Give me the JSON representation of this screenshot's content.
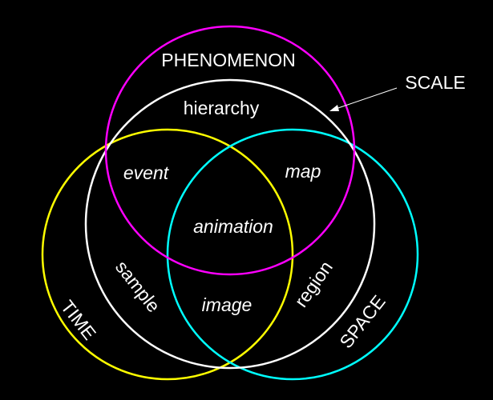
{
  "colors": {
    "phenomenon": "#ff00ff",
    "scale": "#ffffff",
    "time": "#ffff00",
    "space": "#00ffff",
    "background": "#000000"
  },
  "labels": {
    "phenomenon": "PHENOMENON",
    "scale": "SCALE",
    "time": "TIME",
    "space": "SPACE",
    "hierarchy": "hierarchy",
    "event": "event",
    "map": "map",
    "animation": "animation",
    "sample": "sample",
    "image": "image",
    "region": "region"
  }
}
